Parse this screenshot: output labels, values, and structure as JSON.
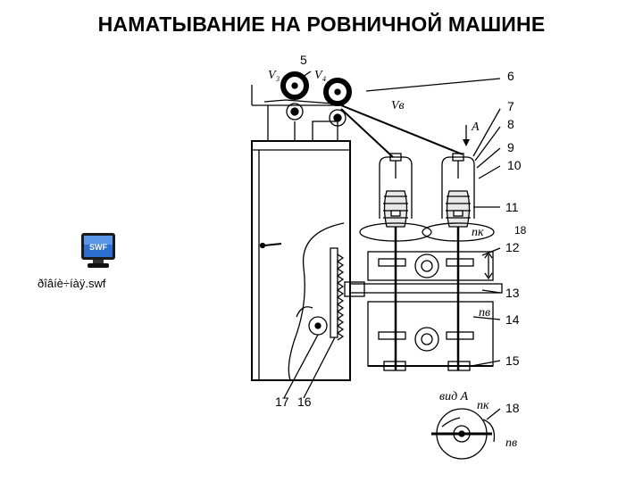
{
  "slide": {
    "title": "НАМАТЫВАНИЕ НА РОВНИЧНОЙ МАШИНЕ"
  },
  "attachment": {
    "icon_text": "SWF",
    "filename": "ðîâíè÷íàÿ.swf",
    "icon": "swf-file-icon"
  },
  "diagram": {
    "part_labels": {
      "n5": "5",
      "n6": "6",
      "n7": "7",
      "n8": "8",
      "n9": "9",
      "n10": "10",
      "n11": "11",
      "n12": "12",
      "n13": "13",
      "n14": "14",
      "n15": "15",
      "n16": "16",
      "n17": "17",
      "n18a": "18",
      "n18b": "18"
    },
    "symbols": {
      "v3": "V₃",
      "v4": "V₄",
      "vb": "Vв",
      "a": "A",
      "nk": "nк",
      "nv": "nв",
      "vid_a": "вид А",
      "nk2": "nк",
      "nv2": "nв"
    }
  }
}
